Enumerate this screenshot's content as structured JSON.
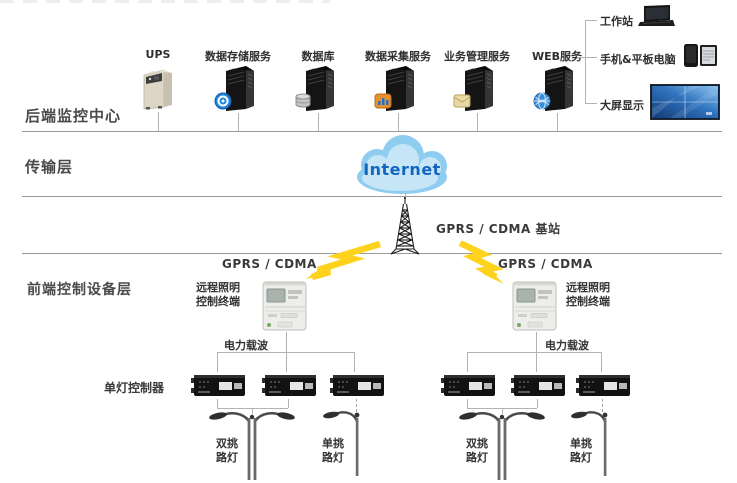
{
  "sections": {
    "backend_label": "后端监控中心",
    "transport_label": "传输层",
    "frontend_label": "前端控制设备层"
  },
  "backend_devices": [
    {
      "label": "UPS"
    },
    {
      "label": "数据存储服务"
    },
    {
      "label": "数据库"
    },
    {
      "label": "数据采集服务"
    },
    {
      "label": "业务管理服务"
    },
    {
      "label": "WEB服务"
    }
  ],
  "clients": [
    {
      "label": "工作站"
    },
    {
      "label": "手机&平板电脑"
    },
    {
      "label": "大屏显示"
    }
  ],
  "transport": {
    "internet_label": "Internet",
    "base_station_label": "GPRS / CDMA 基站"
  },
  "frontend": {
    "controller_label": "单灯控制器",
    "branches": [
      {
        "gprs_label": "GPRS / CDMA",
        "terminal_label": "远程照明\n控制终端",
        "plc_label": "电力载波",
        "double_lamp_label": "双挑\n路灯",
        "single_lamp_label": "单挑\n路灯"
      },
      {
        "gprs_label": "GPRS / CDMA",
        "terminal_label": "远程照明\n控制终端",
        "plc_label": "电力载波",
        "double_lamp_label": "双挑\n路灯",
        "single_lamp_label": "单挑\n路灯"
      }
    ]
  },
  "colors": {
    "cloud_blue": "#8ecdf0",
    "internet_text_blue": "#1465c0",
    "lightning_yellow": "#ffd21e",
    "screen_blue": "#2f74c0"
  }
}
